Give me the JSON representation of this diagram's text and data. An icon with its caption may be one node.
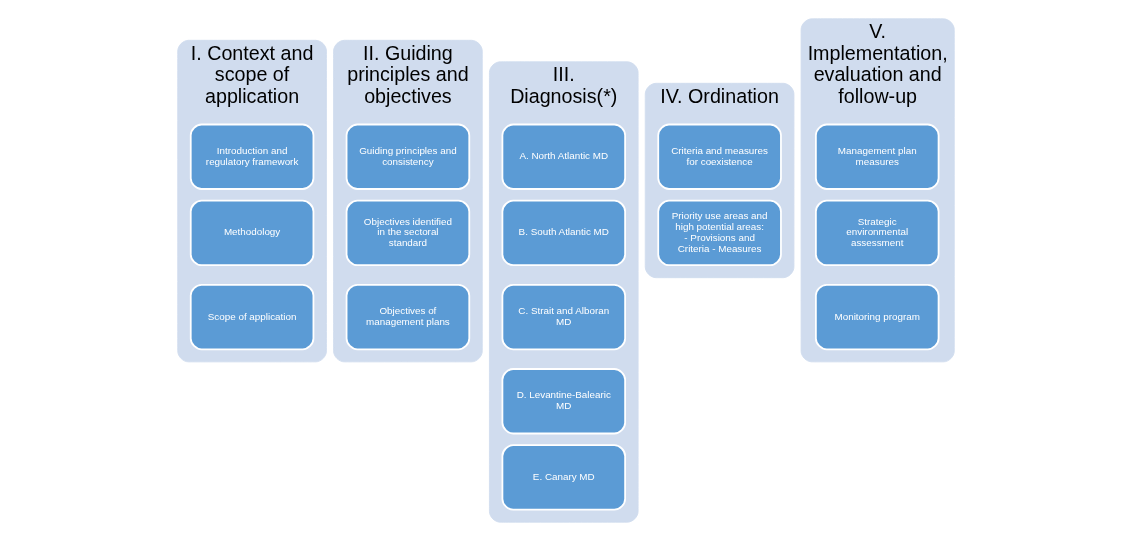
{
  "diagram": {
    "nodes": [
      {
        "text": [
          "I. Context and scope of application"
        ]
      },
      {
        "text": [
          "Introduction and regulatory framework"
        ],
        "in": 0
      },
      {
        "text": [
          "Methodology"
        ],
        "in": 0
      },
      {
        "text": [
          "Scope of application"
        ],
        "in": 0
      },
      {
        "text": [
          "II. Guiding principles and objectives"
        ]
      },
      {
        "text": [
          "Guiding principles and consistency"
        ],
        "in": 4
      },
      {
        "text": [
          "Objectives identified in the sectoral standard"
        ],
        "in": 4
      },
      {
        "text": [
          "Objectives of management plans"
        ],
        "in": 4
      },
      {
        "text": [
          "III. Diagnosis(*)"
        ]
      },
      {
        "text": [
          "A. North Atlantic MD"
        ],
        "in": 8
      },
      {
        "text": [
          "B. South Atlantic MD"
        ],
        "in": 8
      },
      {
        "text": [
          "C. Strait and Alboran MD"
        ],
        "in": 8
      },
      {
        "text": [
          "D. Levantine-Balearic MD"
        ],
        "in": 8
      },
      {
        "text": [
          "E. Canary MD"
        ],
        "in": 8
      },
      {
        "text": [
          "IV. Ordination"
        ]
      },
      {
        "text": [
          "Criteria and measures for coexistence"
        ],
        "in": 14
      },
      {
        "text": [
          "Priority use areas and high potential areas: - Provisions and Criteria - Measures"
        ],
        "in": 14
      },
      {
        "text": [
          "V. Implementation, evaluation and follow-up"
        ]
      },
      {
        "text": [
          "Management plan measures"
        ],
        "in": 17
      },
      {
        "text": [
          "Strategic environmental assessment"
        ],
        "in": 17
      },
      {
        "text": [
          "Monitoring program"
        ],
        "in": 17
      }
    ]
  }
}
